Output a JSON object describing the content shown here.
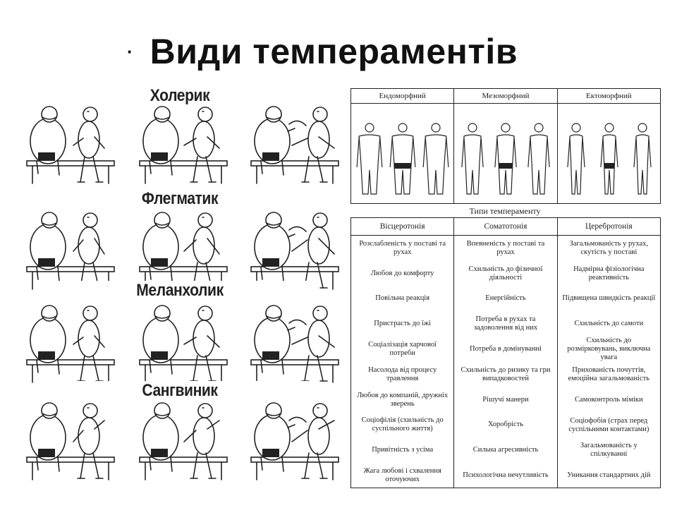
{
  "slide": {
    "bullet": "·",
    "title": "Види темпераментів"
  },
  "temperament_labels": [
    "Холерик",
    "Флегматик",
    "Меланхолик",
    "Сангвиник"
  ],
  "somatotypes": [
    "Ендоморфний",
    "Мезоморфний",
    "Ектоморфний"
  ],
  "temperament_table": {
    "caption": "Типи темпераменту",
    "headers": [
      "Вісцеротонія",
      "Соматотонія",
      "Церебротонія"
    ],
    "rows": [
      [
        "Розслабленість у поставі та рухах",
        "Впевненість у поставі та рухах",
        "Загальмованість у рухах, скутість у поставі"
      ],
      [
        "Любов до комфорту",
        "Схильність до фізичної діяльності",
        "Надмірна фізіологічна реактивність"
      ],
      [
        "Повільна реакція",
        "Енергійність",
        "Підвищена швидкість реакції"
      ],
      [
        "Пристрасть до їжі",
        "Потреба в рухах та задоволення від них",
        "Схильність до самоти"
      ],
      [
        "Соціалізація харчової потреби",
        "Потреба в домінуванні",
        "Схильність до розмірковувань, виключна увага"
      ],
      [
        "Насолода від процесу травлення",
        "Схильність до ризику та гри випадковостей",
        "Прихованість почуттів, емоційна загальмованість"
      ],
      [
        "Любов до компаній, дружніх зверень",
        "Рішучі манери",
        "Самоконтроль міміки"
      ],
      [
        "Соціофілія (схильність до суспільного життя)",
        "Хоробрість",
        "Соціофобія (страх перед суспільними контактами)"
      ],
      [
        "Привітність з усіма",
        "Сильна агресивність",
        "Загальмованість у спілкуванні"
      ],
      [
        "Жага любові і схвалення оточуючих",
        "Психологічна нечутливість",
        "Уникання стандартних дій"
      ]
    ]
  }
}
